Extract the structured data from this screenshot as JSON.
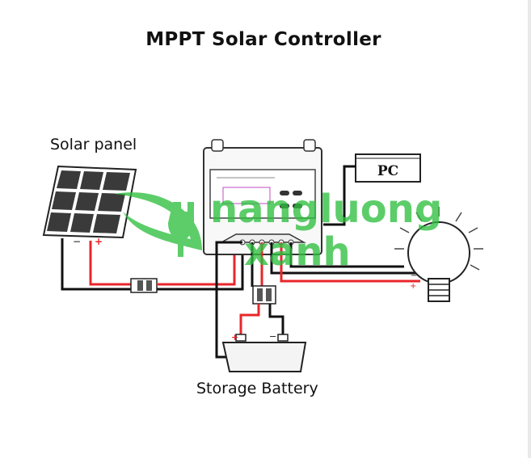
{
  "title": "MPPT Solar Controller",
  "labels": {
    "solar_panel": "Solar panel",
    "storage_battery": "Storage Battery",
    "pc": "PC"
  },
  "watermark": {
    "line1": "nangluong",
    "line2": "xanh",
    "color": "#2fbf3f"
  },
  "colors": {
    "positive_wire": "#e8262a",
    "negative_wire": "#111111"
  }
}
